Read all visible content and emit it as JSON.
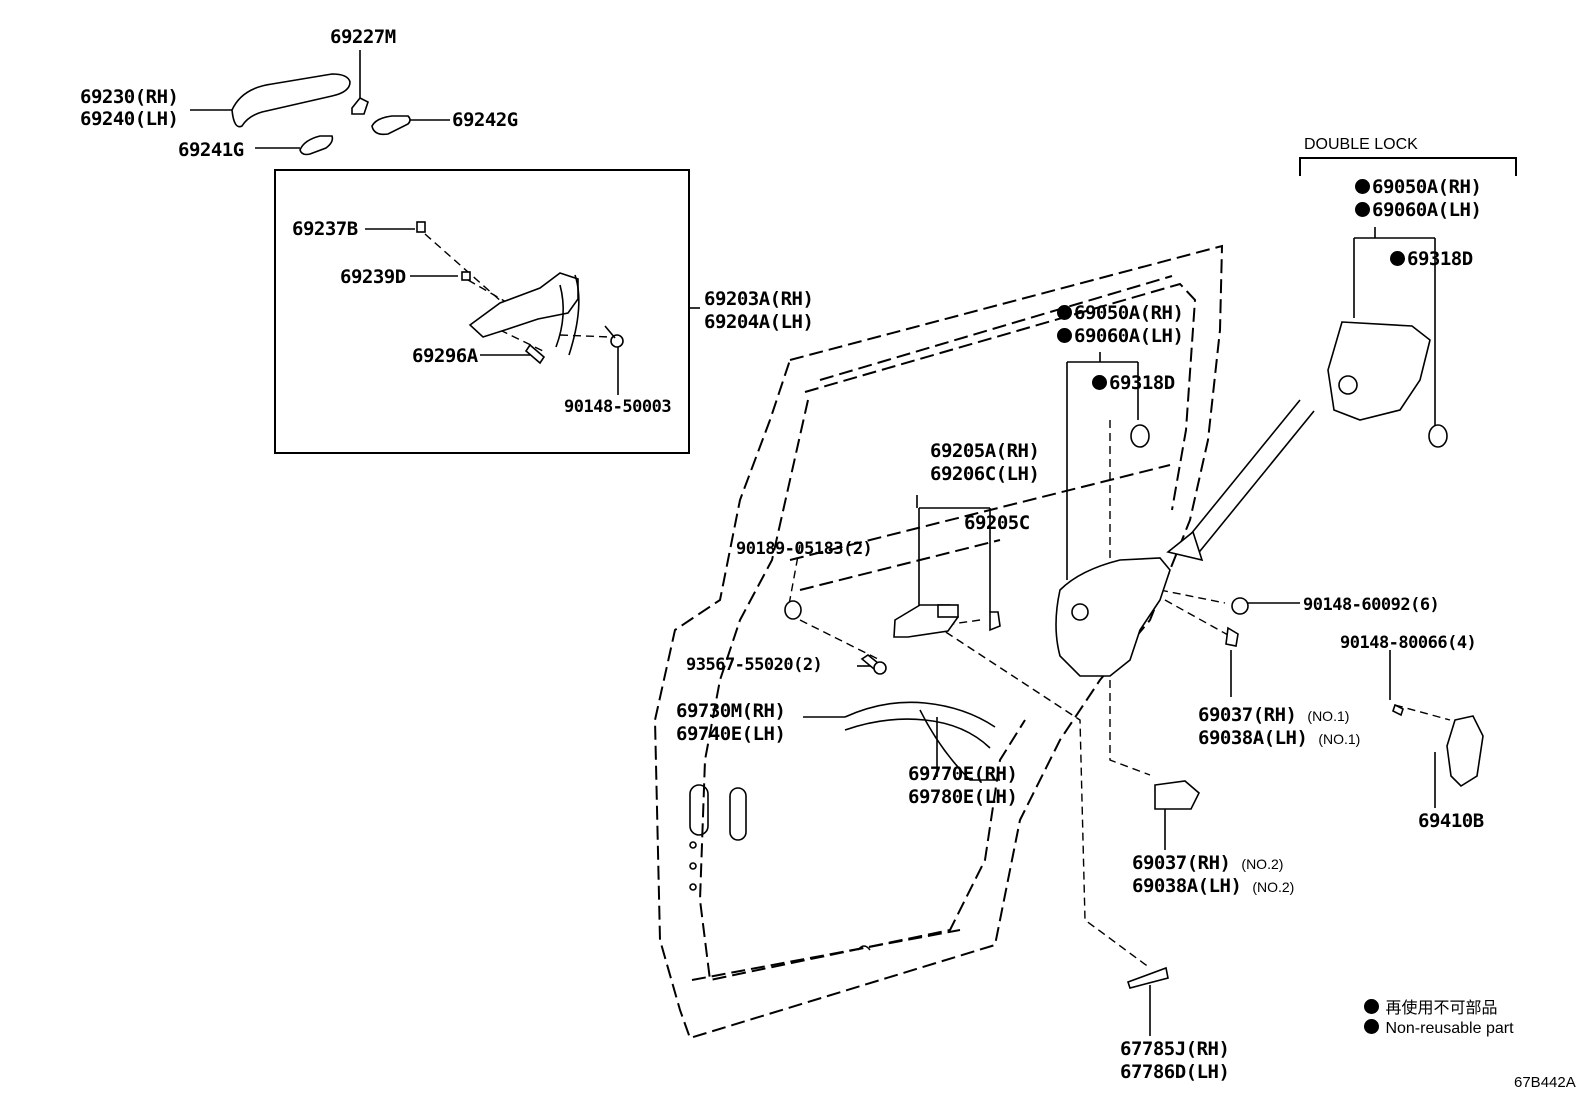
{
  "labels": {
    "p69227M": "69227M",
    "p69230": "69230(RH)",
    "p69240": "69240(LH)",
    "p69242G": "69242G",
    "p69241G": "69241G",
    "p69237B": "69237B",
    "p69239D": "69239D",
    "p69296A": "69296A",
    "p90148_50003": "90148-50003",
    "p69203A": "69203A(RH)",
    "p69204A": "69204A(LH)",
    "double_lock": "DOUBLE LOCK",
    "p69050A_dl": "69050A(RH)",
    "p69060A_dl": "69060A(LH)",
    "p69318D_dl": "69318D",
    "p69050A": "69050A(RH)",
    "p69060A": "69060A(LH)",
    "p69318D": "69318D",
    "p69205A": "69205A(RH)",
    "p69206C": "69206C(LH)",
    "p69205C": "69205C",
    "p90189": "90189-05183(2)",
    "p93567": "93567-55020(2)",
    "p69730M": "69730M(RH)",
    "p69740E": "69740E(LH)",
    "p69770E": "69770E(RH)",
    "p69780E": "69780E(LH)",
    "p90148_60092": "90148-60092(6)",
    "p90148_80066": "90148-80066(4)",
    "p69037_1": "69037(RH)",
    "p69037_1_note": "(NO.1)",
    "p69038A_1": "69038A(LH)",
    "p69038A_1_note": "(NO.1)",
    "p69410B": "69410B",
    "p69037_2": "69037(RH)",
    "p69037_2_note": "(NO.2)",
    "p69038A_2": "69038A(LH)",
    "p69038A_2_note": "(NO.2)",
    "p67785J": "67785J(RH)",
    "p67786D": "67786D(LH)"
  },
  "legend": {
    "jp": "再使用不可部品",
    "en": "Non-reusable part"
  },
  "figure_id": "67B442A"
}
